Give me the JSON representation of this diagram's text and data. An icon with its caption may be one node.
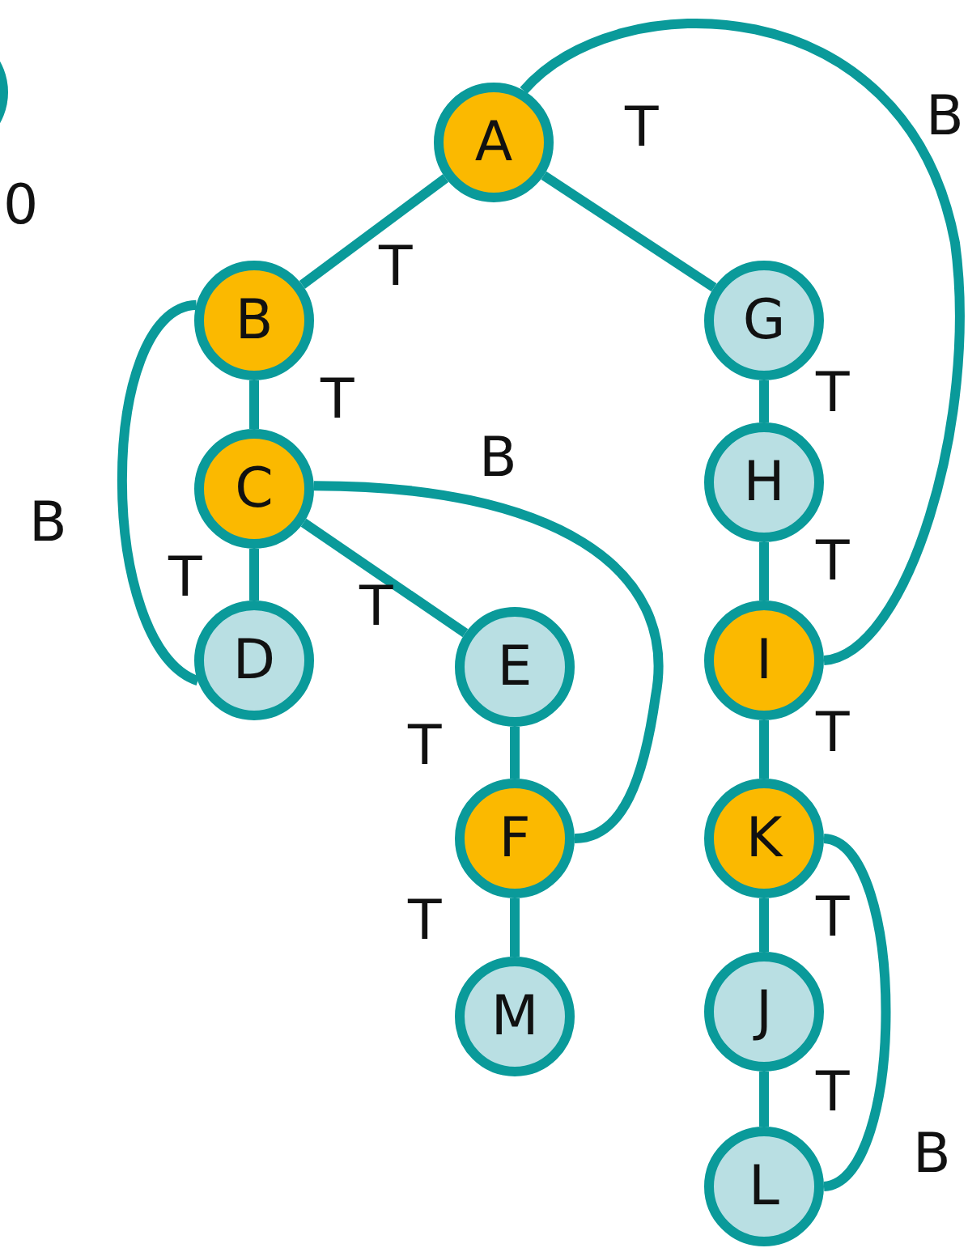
{
  "diagram": {
    "nodes": [
      {
        "text": [
          "A"
        ]
      },
      {
        "text": [
          "B"
        ]
      },
      {
        "text": [
          "C"
        ]
      },
      {
        "text": [
          "D"
        ]
      },
      {
        "text": [
          "E"
        ]
      },
      {
        "text": [
          "F"
        ]
      },
      {
        "text": [
          "M"
        ]
      },
      {
        "text": [
          "G"
        ]
      },
      {
        "text": [
          "H"
        ]
      },
      {
        "text": [
          "I"
        ]
      },
      {
        "text": [
          "K"
        ]
      },
      {
        "text": [
          "J"
        ]
      },
      {
        "text": [
          "L"
        ]
      }
    ],
    "edges": [
      {
        "from": 0,
        "to": 1,
        "arrow": "none",
        "label": "T"
      },
      {
        "from": 0,
        "to": 7,
        "arrow": "none",
        "label": "T"
      },
      {
        "from": 1,
        "to": 2,
        "arrow": "none",
        "label": "T"
      },
      {
        "from": 2,
        "to": 3,
        "arrow": "none",
        "label": "T"
      },
      {
        "from": 2,
        "to": 4,
        "arrow": "none",
        "label": "T"
      },
      {
        "from": 4,
        "to": 5,
        "arrow": "none",
        "label": "T"
      },
      {
        "from": 5,
        "to": 6,
        "arrow": "none",
        "label": "T"
      },
      {
        "from": 7,
        "to": 8,
        "arrow": "none",
        "label": "T"
      },
      {
        "from": 8,
        "to": 9,
        "arrow": "none",
        "label": "T"
      },
      {
        "from": 9,
        "to": 10,
        "arrow": "none",
        "label": "T"
      },
      {
        "from": 10,
        "to": 11,
        "arrow": "none",
        "label": "T"
      },
      {
        "from": 11,
        "to": 12,
        "arrow": "none",
        "label": "T"
      },
      {
        "from": 1,
        "to": 3,
        "arrow": "none",
        "label": "B"
      },
      {
        "from": 2,
        "to": 5,
        "arrow": "none",
        "label": "B"
      },
      {
        "from": 0,
        "to": 9,
        "arrow": "none",
        "label": "B"
      },
      {
        "from": 10,
        "to": 12,
        "arrow": "none",
        "label": "B"
      }
    ],
    "labels": [
      "0"
    ]
  }
}
